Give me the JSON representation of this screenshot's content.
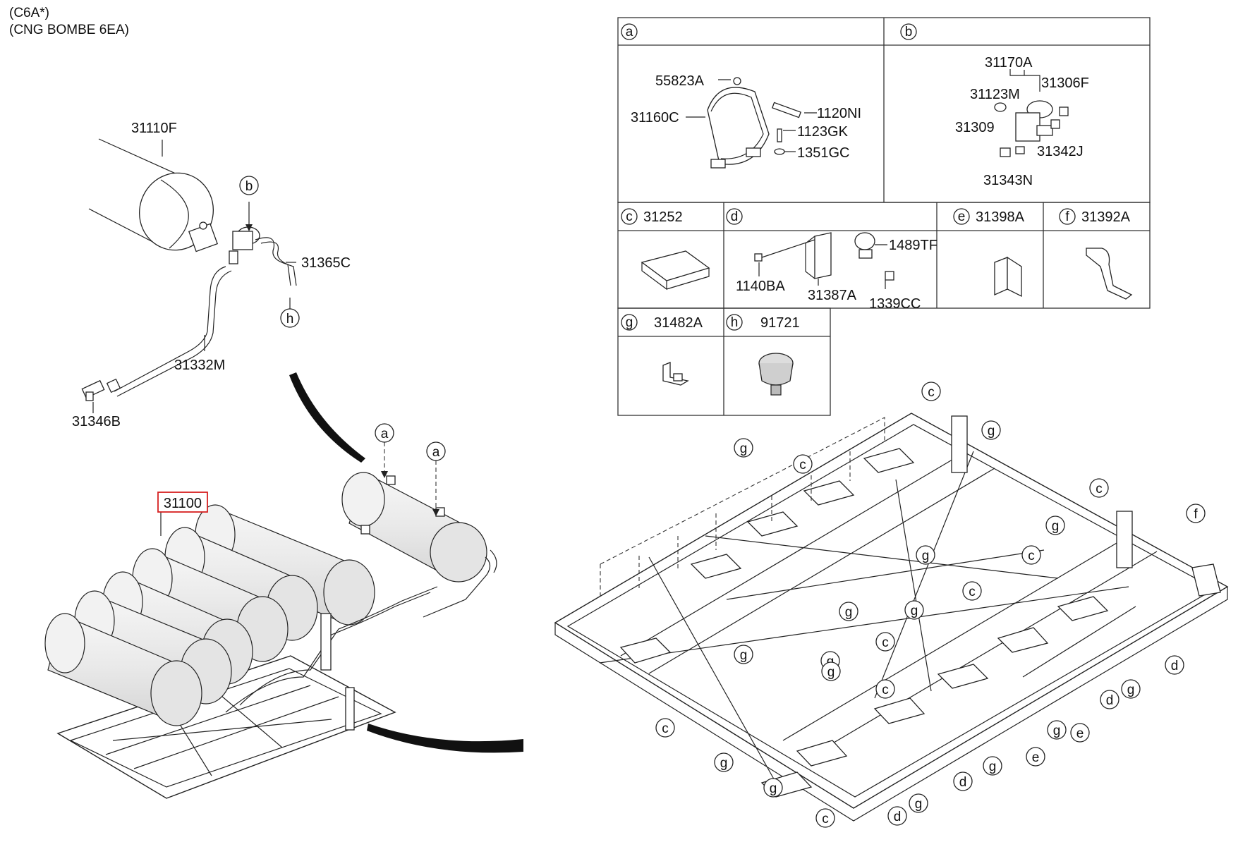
{
  "header": {
    "line1": "(C6A*)",
    "line2": "(CNG BOMBE 6EA)"
  },
  "highlight_color": "#d62020",
  "main_part": {
    "number": "31100"
  },
  "top_assembly": {
    "labels": {
      "tank": "31110F",
      "hose": "31365C",
      "pipe": "31332M",
      "fitting": "31346B"
    },
    "callouts": {
      "b": "b",
      "h": "h"
    }
  },
  "tank_callouts": [
    "a",
    "a"
  ],
  "detail_table": {
    "cells": {
      "a": {
        "letter": "a",
        "parts": [
          "55823A",
          "31160C",
          "1120NI",
          "1123GK",
          "1351GC"
        ]
      },
      "b": {
        "letter": "b",
        "parts": [
          "31170A",
          "31123M",
          "31306F",
          "31309",
          "31342J",
          "31343N"
        ]
      },
      "c": {
        "letter": "c",
        "number": "31252"
      },
      "d": {
        "letter": "d",
        "parts": [
          "1489TF",
          "1140BA",
          "31387A",
          "1339CC"
        ]
      },
      "e": {
        "letter": "e",
        "number": "31398A"
      },
      "f": {
        "letter": "f",
        "number": "31392A"
      },
      "g": {
        "letter": "g",
        "number": "31482A"
      },
      "h": {
        "letter": "h",
        "number": "91721"
      }
    }
  },
  "frame_callouts": {
    "top": [
      "c",
      "g",
      "g",
      "c",
      "c",
      "g",
      "f"
    ],
    "middle": [
      "g",
      "c",
      "g",
      "c",
      "g",
      "g",
      "c",
      "g"
    ],
    "lower": [
      "c",
      "g",
      "g",
      "c",
      "d",
      "g",
      "d",
      "d",
      "g",
      "g",
      "e",
      "e",
      "c",
      "d",
      "g",
      "g"
    ]
  }
}
